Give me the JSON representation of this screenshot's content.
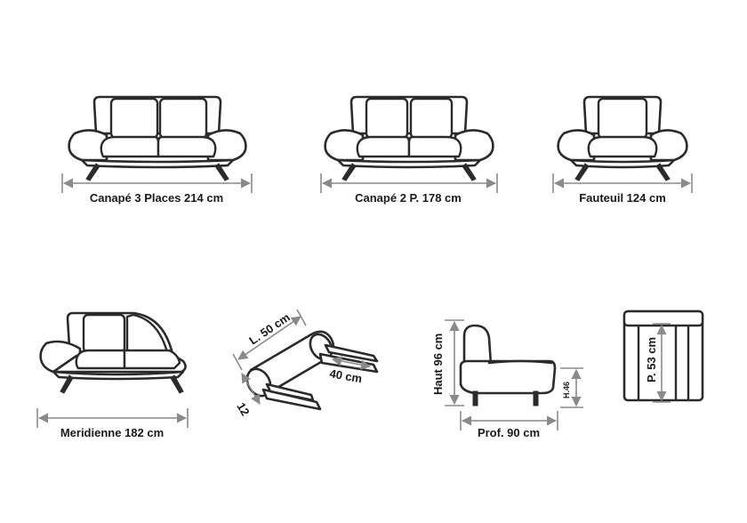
{
  "labels": {
    "sofa3": "Canapé 3 Places 214 cm",
    "sofa2": "Canapé 2 P. 178 cm",
    "armchair": "Fauteuil 124 cm",
    "meridienne": "Meridienne 182 cm",
    "bolster_length": "L. 50 cm",
    "bolster_strap": "40 cm",
    "bolster_diameter": "12",
    "side_height": "Haut 96 cm",
    "side_seat_height": "H.46",
    "side_depth": "Prof. 90 cm",
    "top_seat_depth": "P. 53 cm"
  }
}
